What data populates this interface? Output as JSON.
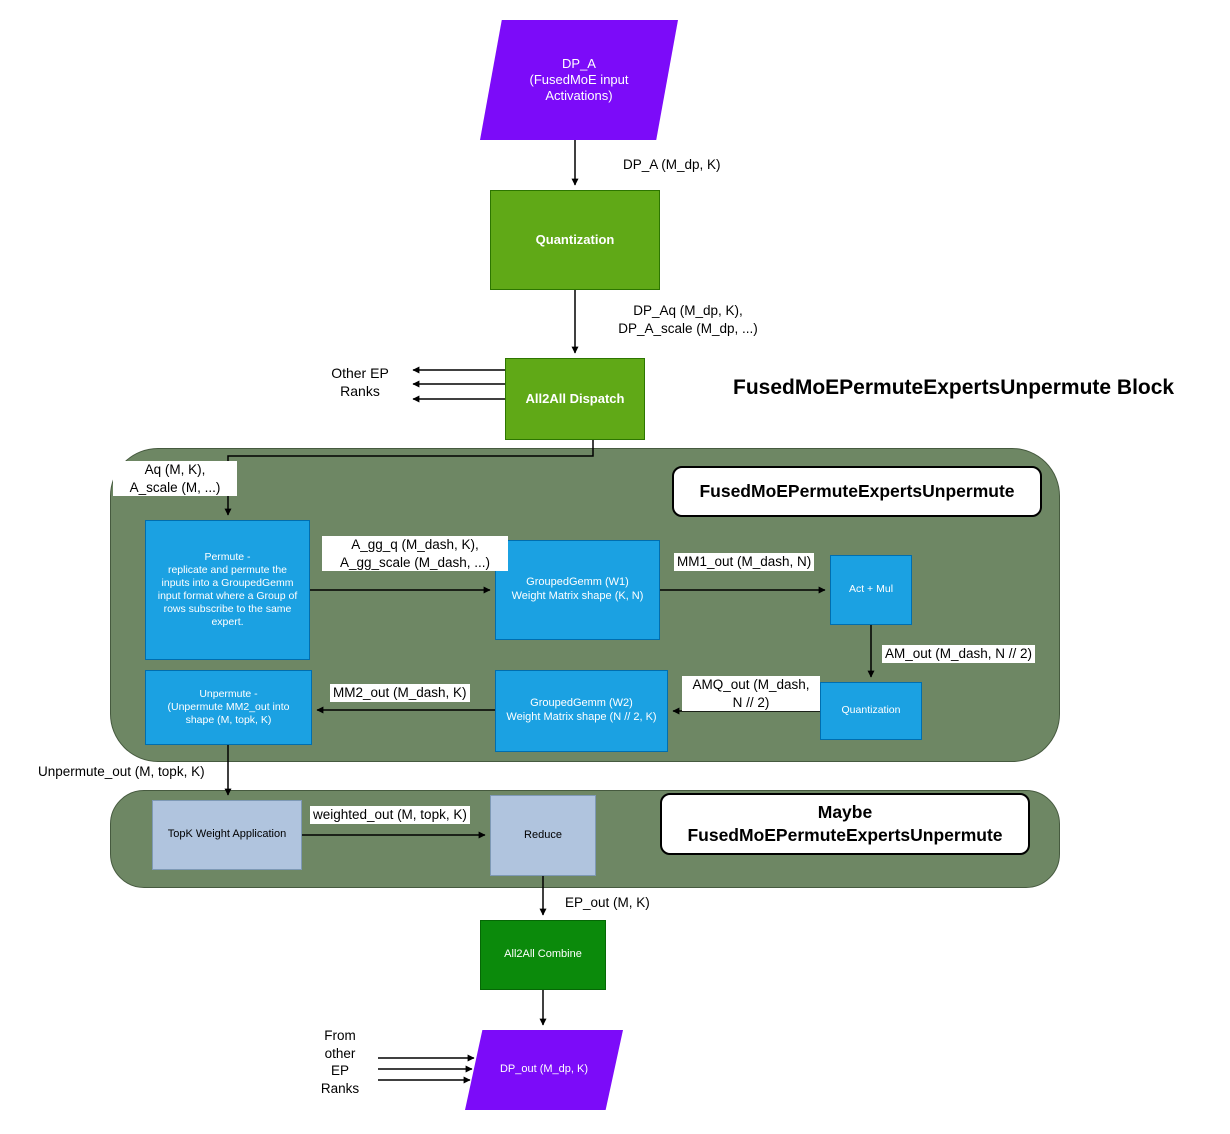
{
  "title": "FusedMoEPermuteExpertsUnpermute Block",
  "colors": {
    "purple": "#7C0BF9",
    "green": "#60A917",
    "dark_green": "#0B8A0B",
    "blue": "#1BA1E2",
    "sage_container": "#6E8764",
    "steel": "#B0C4DE"
  },
  "nodes": {
    "dp_a": {
      "label": "DP_A\n(FusedMoE input\nActivations)"
    },
    "quantization": {
      "label": "Quantization"
    },
    "all2all_dispatch": {
      "label": "All2All Dispatch"
    },
    "container1_label": "FusedMoEPermuteExpertsUnpermute",
    "permute": {
      "label": "Permute -\nreplicate and permute the\ninputs into a GroupedGemm\ninput format where a Group of\nrows subscribe to the same\nexpert."
    },
    "grouped_gemm_w1": {
      "label": "GroupedGemm (W1)\nWeight Matrix shape (K, N)"
    },
    "act_mul": {
      "label": "Act + Mul"
    },
    "quantization_inner": {
      "label": "Quantization"
    },
    "grouped_gemm_w2": {
      "label": "GroupedGemm (W2)\nWeight Matrix shape (N // 2, K)"
    },
    "unpermute": {
      "label": "Unpermute -\n(Unpermute MM2_out into\nshape (M, topk, K)"
    },
    "container2_label": "Maybe\nFusedMoEPermuteExpertsUnpermute",
    "topk_weight_application": {
      "label": "TopK Weight Application"
    },
    "reduce": {
      "label": "Reduce"
    },
    "all2all_combine": {
      "label": "All2All Combine"
    },
    "dp_out": {
      "label": "DP_out (M_dp, K)"
    }
  },
  "annotations": {
    "other_ep_ranks": "Other EP\nRanks",
    "from_other_ep_ranks": "From\nother\nEP\nRanks"
  },
  "edges": {
    "dp_a_out": "DP_A (M_dp, K)",
    "quant_out": "DP_Aq (M_dp, K),\nDP_A_scale (M_dp, ...)",
    "dispatch_out": "Aq (M, K),\nA_scale (M, ...)",
    "permute_out": "A_gg_q (M_dash, K),\nA_gg_scale (M_dash, ...)",
    "mm1_out": "MM1_out (M_dash, N)",
    "am_out": "AM_out (M_dash, N // 2)",
    "amq_out": "AMQ_out (M_dash,\nN // 2)",
    "mm2_out": "MM2_out (M_dash, K)",
    "unpermute_out": "Unpermute_out (M, topk, K)",
    "weighted_out": "weighted_out (M, topk, K)",
    "ep_out": "EP_out (M, K)"
  }
}
